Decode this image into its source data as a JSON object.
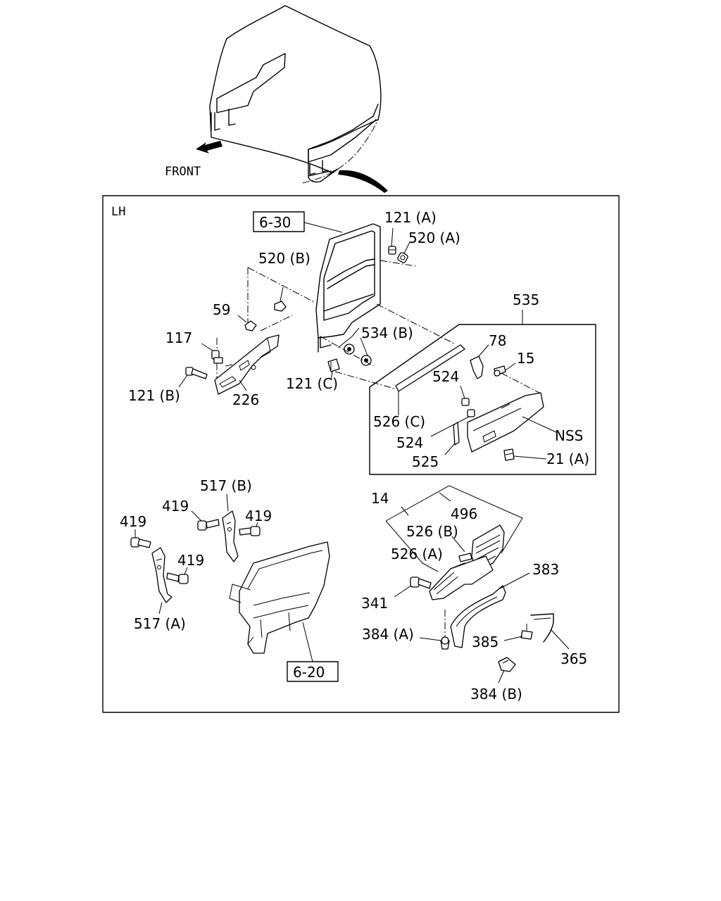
{
  "front_label": "FRONT",
  "side_label": "LH",
  "refs": {
    "r630": "6-30",
    "r620": "6-20"
  },
  "labels": {
    "p121a": "121 (A)",
    "p520a": "520 (A)",
    "p520b": "520 (B)",
    "p59": "59",
    "p117": "117",
    "p121b": "121 (B)",
    "p226": "226",
    "p534b": "534 (B)",
    "p121c": "121 (C)",
    "p535": "535",
    "p78": "78",
    "p15": "15",
    "p524a": "524",
    "p526c": "526 (C)",
    "p524b": "524",
    "pNSS": "NSS",
    "p525": "525",
    "p21a": "21 (A)",
    "p517b": "517 (B)",
    "p419a": "419",
    "p419b": "419",
    "p419c": "419",
    "p419d": "419",
    "p517a": "517 (A)",
    "p14": "14",
    "p496": "496",
    "p526b": "526 (B)",
    "p526a": "526 (A)",
    "p383": "383",
    "p341": "341",
    "p384a": "384 (A)",
    "p385": "385",
    "p365": "365",
    "p384b": "384 (B)"
  }
}
